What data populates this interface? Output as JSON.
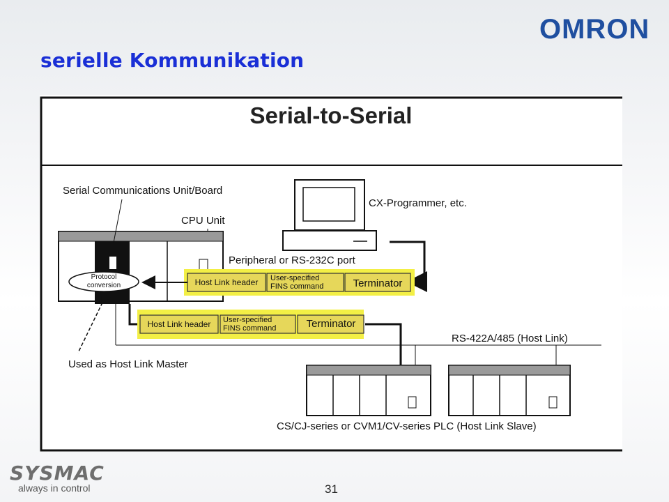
{
  "header": {
    "brand_logo": "OMRON",
    "title": "serielle Kommunikation"
  },
  "diagram": {
    "heading": "Serial-to-Serial",
    "labels": {
      "scu": "Serial Communications Unit/Board",
      "cpu": "CPU Unit",
      "programmer": "CX-Programmer, etc.",
      "port": "Peripheral or RS-232C port",
      "protocol_1": "Protocol",
      "protocol_2": "conversion",
      "master": "Used as Host Link Master",
      "rs422": "RS-422A/485 (Host Link)",
      "plcs": "CS/CJ-series or CVM1/CV-series PLC (Host Link Slave)"
    },
    "frame_top": {
      "header": "Host Link header",
      "fins_1": "User-specified",
      "fins_2": "FINS command",
      "terminator": "Terminator"
    },
    "frame_bottom": {
      "header": "Host Link header",
      "fins_1": "User-specified",
      "fins_2": "FINS command",
      "terminator": "Terminator"
    }
  },
  "footer": {
    "brand": "SYSMAC",
    "tagline": "always in control",
    "page_number": "31"
  },
  "colors": {
    "title": "#1a2fd6",
    "logo": "#1f4fa0",
    "frame_highlight": "#f3ef45",
    "frame_box": "#e6d75a"
  }
}
